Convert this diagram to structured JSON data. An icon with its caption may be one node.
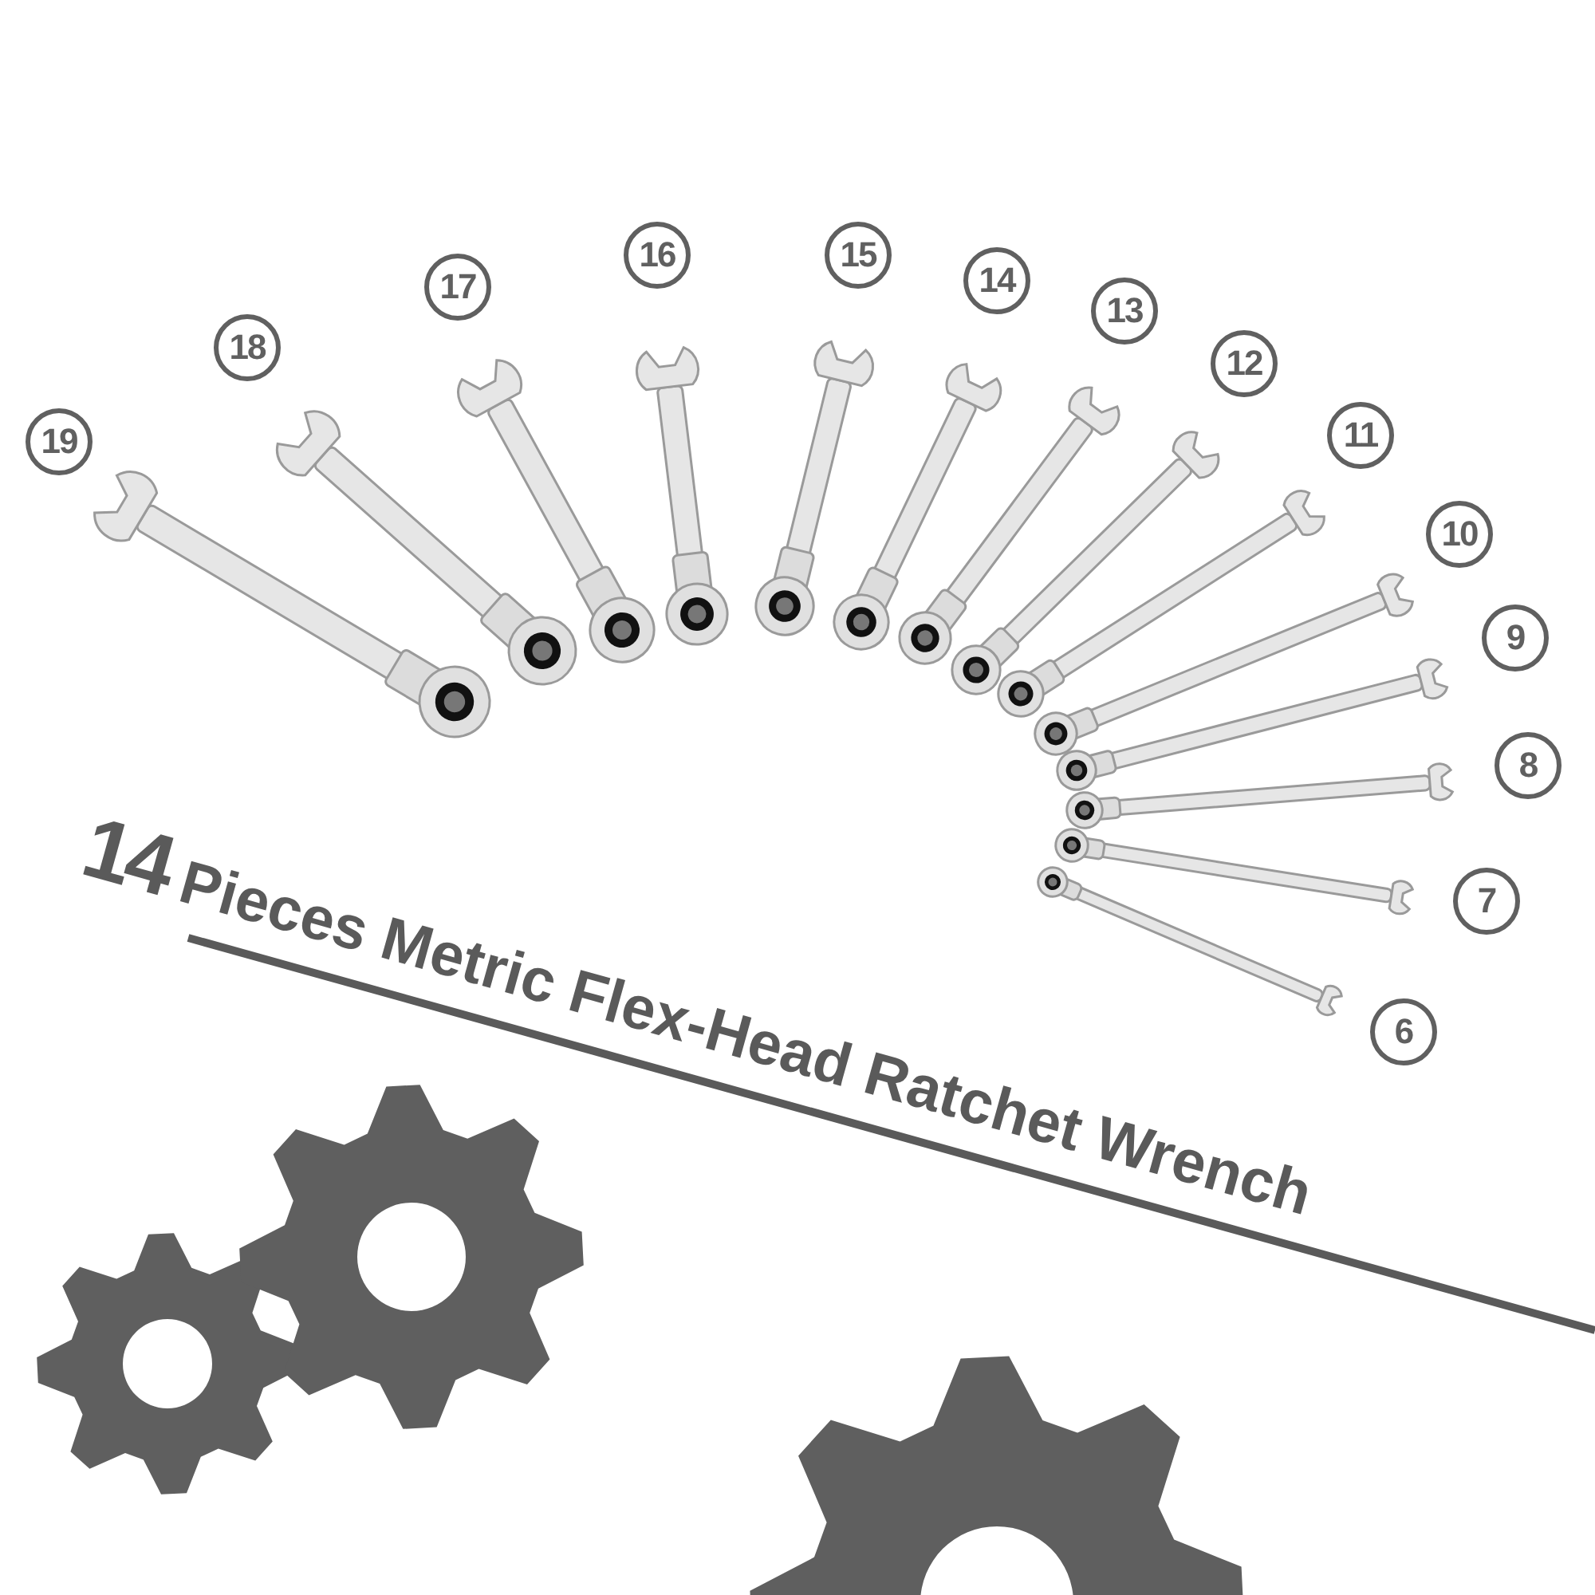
{
  "diagram": {
    "title": "14 Pieces Metric Flex-Head Ratchet Wrench",
    "labels": [
      "19",
      "18",
      "17",
      "16",
      "15",
      "14",
      "13",
      "12",
      "11",
      "10",
      "9",
      "8",
      "7",
      "6"
    ]
  }
}
